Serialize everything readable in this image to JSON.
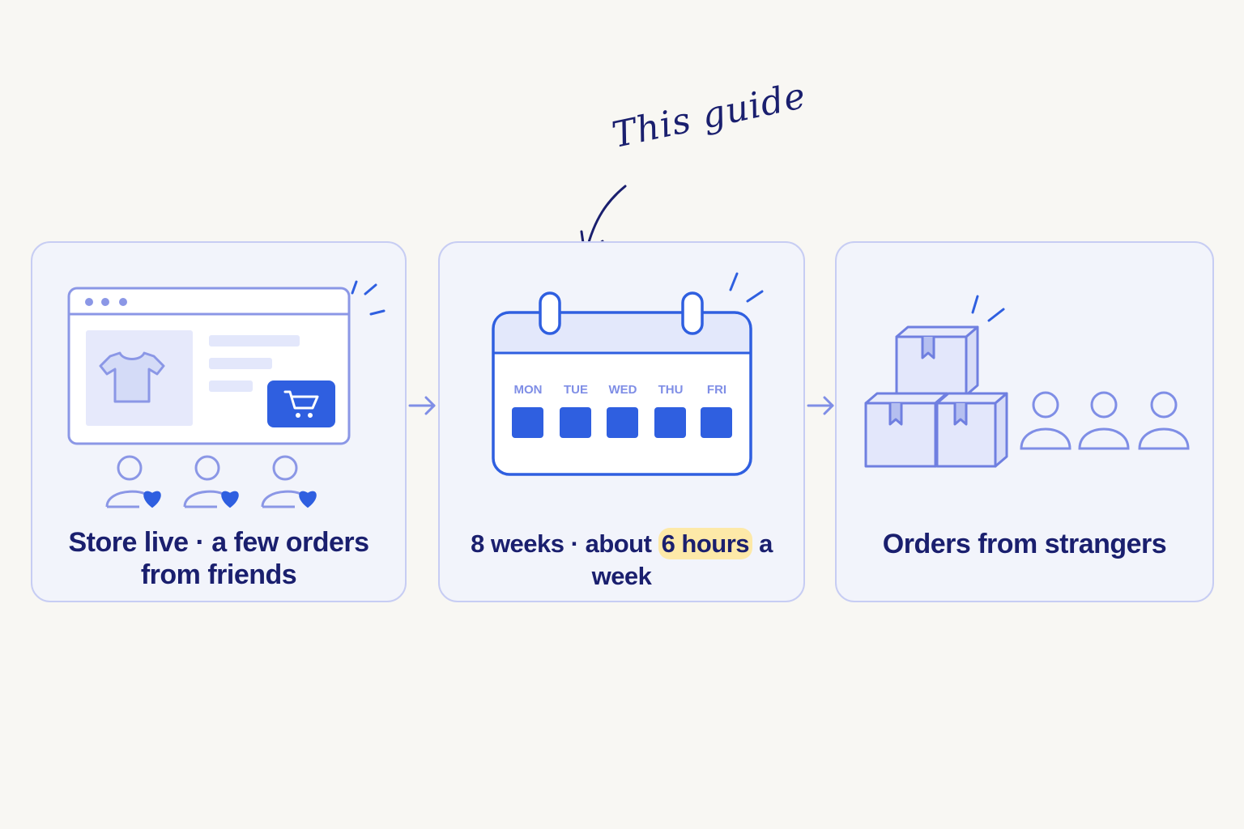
{
  "annotation": {
    "label": "This guide"
  },
  "panels": [
    {
      "caption_line1": "Store live · a few orders",
      "caption_line2": "from friends"
    },
    {
      "caption_pre": "8 weeks · about ",
      "caption_highlight": "6 hours",
      "caption_post": " a week",
      "weekdays": [
        "MON",
        "TUE",
        "WED",
        "THU",
        "FRI"
      ]
    },
    {
      "caption": "Orders from strangers"
    }
  ],
  "colors": {
    "accent": "#2f5fe0",
    "outline": "#7f8ee6",
    "text": "#1a1f6e",
    "highlight": "#fde9a8",
    "panel_bg": "#f2f4fb"
  }
}
